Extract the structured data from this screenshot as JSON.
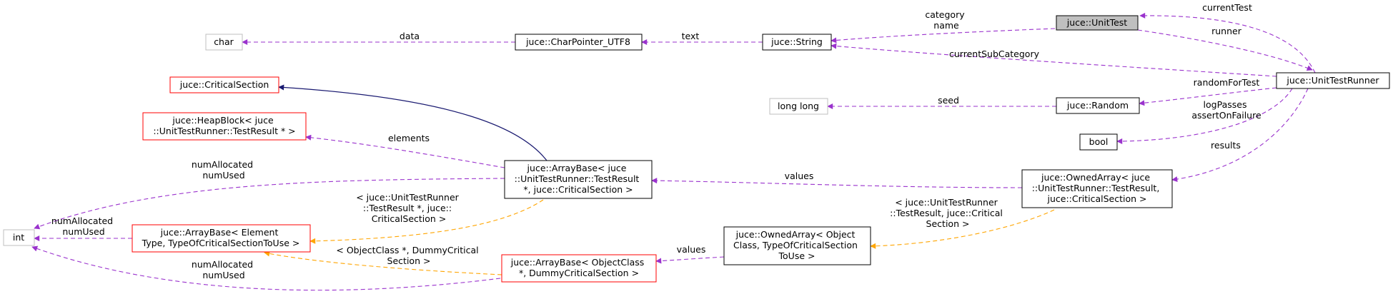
{
  "colors": {
    "usage_edge": "#9a32cd",
    "template_edge": "#ffa500",
    "inherit_edge": "#191970",
    "node_border": "#000000",
    "node_border_grey": "#bfbfbf",
    "node_border_red": "#ff0000",
    "focus_fill": "#bfbfbf"
  },
  "nodes": {
    "unittest": {
      "lines": [
        "juce::UnitTest"
      ]
    },
    "unittestrunner": {
      "lines": [
        "juce::UnitTestRunner"
      ]
    },
    "string": {
      "lines": [
        "juce::String"
      ]
    },
    "charpointer": {
      "lines": [
        "juce::CharPointer_UTF8"
      ]
    },
    "char": {
      "lines": [
        "char"
      ]
    },
    "criticalsection": {
      "lines": [
        "juce::CriticalSection"
      ]
    },
    "heapblock": {
      "lines": [
        "juce::HeapBlock< juce",
        "::UnitTestRunner::TestResult * >"
      ]
    },
    "longlong": {
      "lines": [
        "long long"
      ]
    },
    "random": {
      "lines": [
        "juce::Random"
      ]
    },
    "bool": {
      "lines": [
        "bool"
      ]
    },
    "arraybase_tr": {
      "lines": [
        "juce::ArrayBase< juce",
        "::UnitTestRunner::TestResult",
        "*, juce::CriticalSection >"
      ]
    },
    "ownedarray_tr": {
      "lines": [
        "juce::OwnedArray< juce",
        "::UnitTestRunner::TestResult,",
        "juce::CriticalSection >"
      ]
    },
    "int": {
      "lines": [
        "int"
      ]
    },
    "arraybase_generic": {
      "lines": [
        "juce::ArrayBase< Element",
        "Type, TypeOfCriticalSectionToUse >"
      ]
    },
    "ownedarray_generic": {
      "lines": [
        "juce::OwnedArray< Object",
        "Class, TypeOfCriticalSection",
        "ToUse >"
      ]
    },
    "arraybase_dummy": {
      "lines": [
        "juce::ArrayBase< ObjectClass",
        "*, DummyCriticalSection >"
      ]
    }
  },
  "edges": {
    "currentTest": {
      "lines": [
        "currentTest"
      ]
    },
    "runner": {
      "lines": [
        "runner"
      ]
    },
    "category_name": {
      "lines": [
        "category",
        "name"
      ]
    },
    "currentSubCategory": {
      "lines": [
        "currentSubCategory"
      ]
    },
    "text": {
      "lines": [
        "text"
      ]
    },
    "data": {
      "lines": [
        "data"
      ]
    },
    "randomForTest": {
      "lines": [
        "randomForTest"
      ]
    },
    "seed": {
      "lines": [
        "seed"
      ]
    },
    "logPasses": {
      "lines": [
        "logPasses",
        "assertOnFailure"
      ]
    },
    "results": {
      "lines": [
        "results"
      ]
    },
    "values_top": {
      "lines": [
        "values"
      ]
    },
    "values_bottom": {
      "lines": [
        "values"
      ]
    },
    "elements": {
      "lines": [
        "elements"
      ]
    },
    "numAllocated_top": {
      "lines": [
        "numAllocated",
        "numUsed"
      ]
    },
    "numAllocated_mid": {
      "lines": [
        "numAllocated",
        "numUsed"
      ]
    },
    "numAllocated_bottom": {
      "lines": [
        "numAllocated",
        "numUsed"
      ]
    },
    "tpl_arraybase_tr": {
      "lines": [
        "< juce::UnitTestRunner",
        "::TestResult *, juce::",
        "CriticalSection >"
      ]
    },
    "tpl_ownedarray_tr": {
      "lines": [
        "< juce::UnitTestRunner",
        "::TestResult, juce::Critical",
        "Section >"
      ]
    },
    "tpl_arraybase_dummy": {
      "lines": [
        "< ObjectClass *, DummyCritical",
        "Section >"
      ]
    }
  }
}
